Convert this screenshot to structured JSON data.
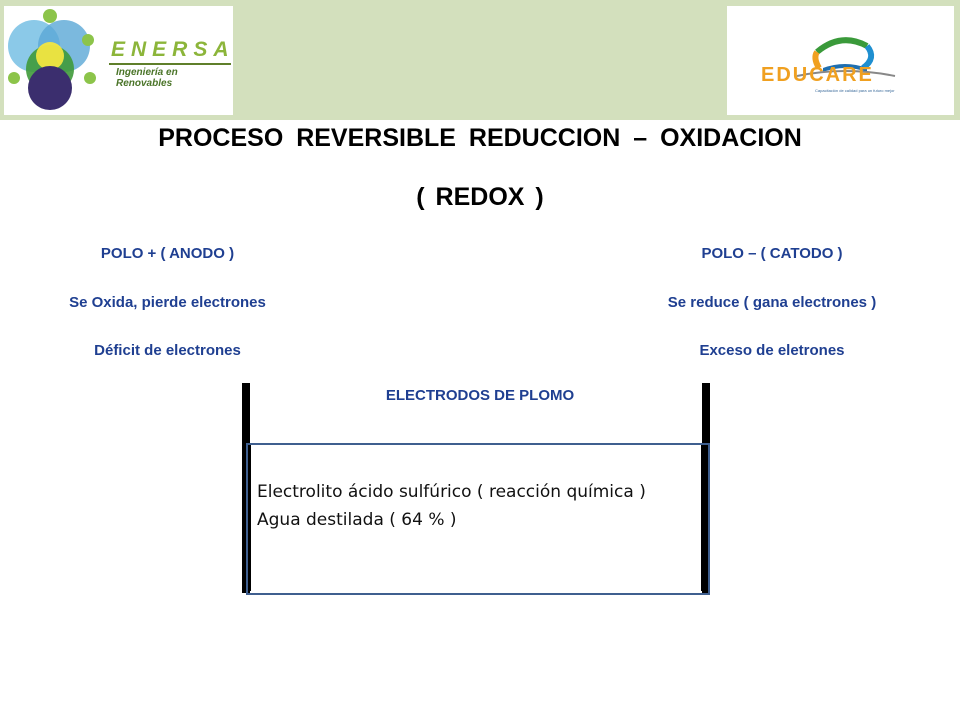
{
  "header": {
    "enersa": {
      "name": "ENERSA",
      "tagline": "Ingeniería en Renovables"
    },
    "educare": {
      "name": "EDUCARE",
      "tagline": "Capacitación de calidad para un futuro mejor"
    }
  },
  "title": {
    "main": "PROCESO REVERSIBLE REDUCCION – OXIDACION",
    "sub": "( REDOX )"
  },
  "left": {
    "pole": "POLO + ( ANODO )",
    "behavior": "Se Oxida, pierde electrones",
    "state": "Déficit de electrones"
  },
  "right": {
    "pole": "POLO – ( CATODO )",
    "behavior": "Se reduce ( gana electrones )",
    "state": "Exceso de eletrones"
  },
  "cell": {
    "electrodes_label": "ELECTRODOS DE PLOMO",
    "electrolyte_line1": "Electrolito ácido sulfúrico ( reacción química )",
    "electrolyte_line2": "Agua destilada ( 64 % )"
  },
  "colors": {
    "header_band": "#d3e0bd",
    "label_blue": "#1f3f91",
    "container_border": "#3f5f8f"
  }
}
